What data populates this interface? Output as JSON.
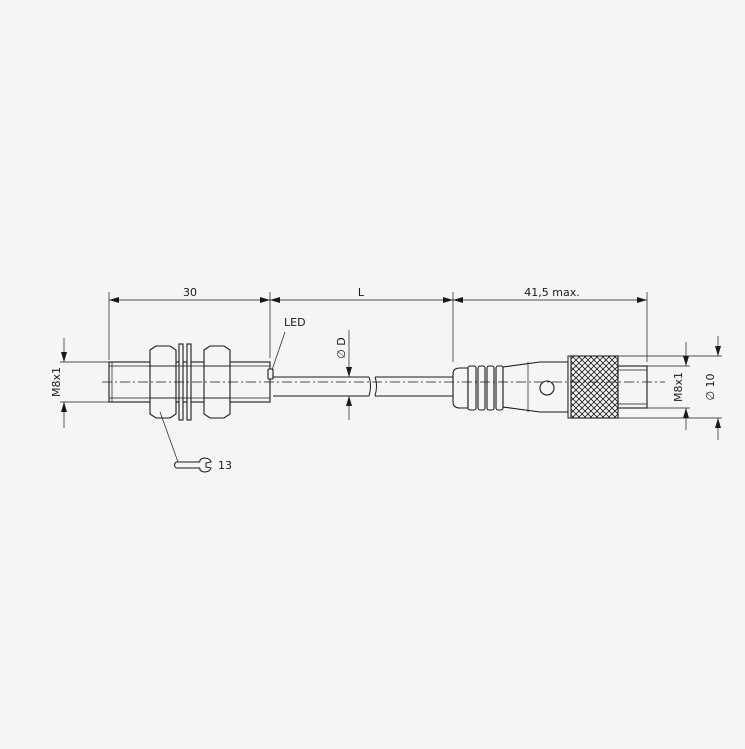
{
  "dimensions": {
    "sensor_length": "30",
    "cable_length": "L",
    "connector_length": "41,5 max.",
    "thread_left": "M8x1",
    "thread_right": "M8x1",
    "cable_diameter": "∅ D",
    "connector_diameter": "∅ 10"
  },
  "labels": {
    "led": "LED",
    "wrench_size": "13"
  },
  "colors": {
    "line": "#1a1a1a",
    "background": "#f5f5f5"
  }
}
